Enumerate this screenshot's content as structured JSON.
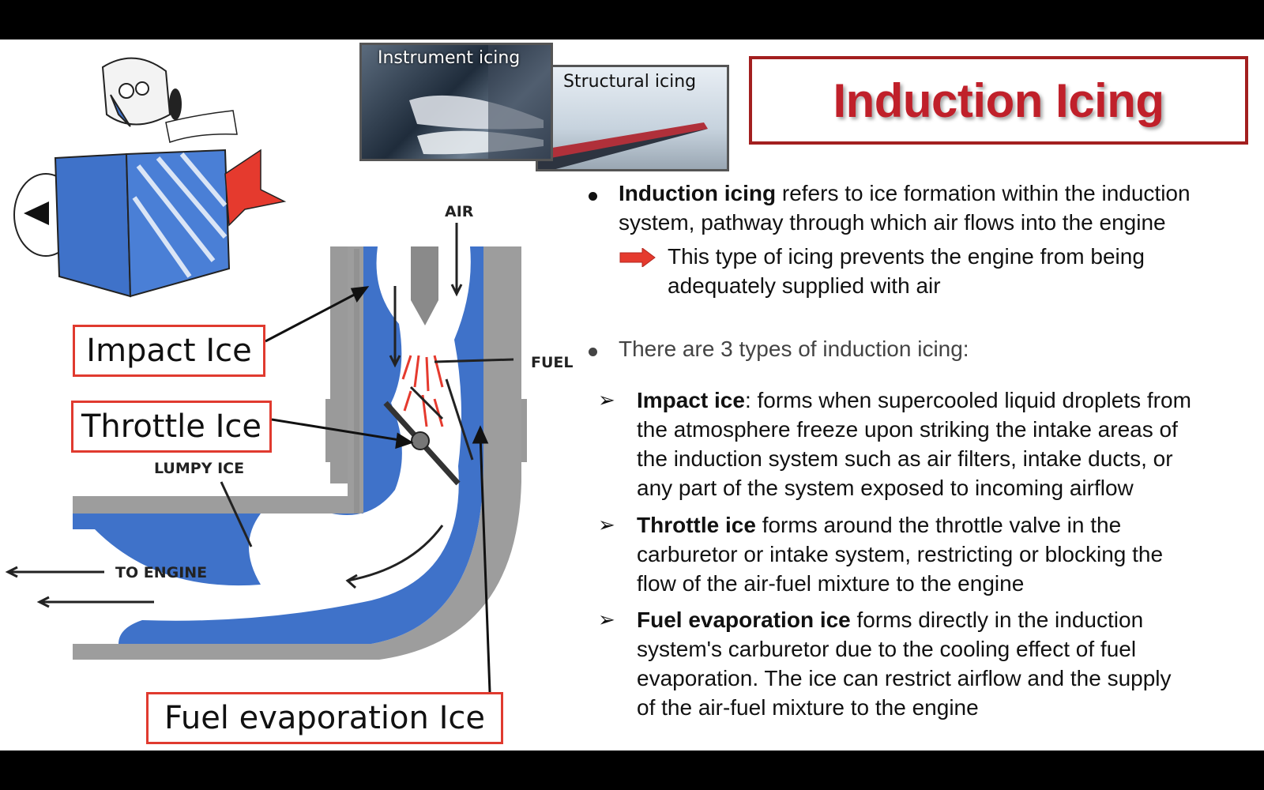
{
  "title": "Induction Icing",
  "photos": {
    "instrument_label": "Instrument icing",
    "structural_label": "Structural icing"
  },
  "diagram_labels": {
    "air": "AIR",
    "fuel": "FUEL",
    "lumpy_ice": "LUMPY ICE",
    "to_engine": "TO ENGINE"
  },
  "callouts": {
    "impact": "Impact Ice",
    "throttle": "Throttle Ice",
    "fuel_evaporation": "Fuel evaporation Ice"
  },
  "content": {
    "intro_bold": "Induction icing",
    "intro_line1": " refers to ice formation within the induction",
    "intro_line2": "system, pathway through which air flows into the engine",
    "sub_line1": "This type of icing prevents the engine from being",
    "sub_line2": "adequately supplied with air",
    "types_heading": "There are 3 types of induction icing:",
    "impact_bold": "Impact ice",
    "impact_line1": ": forms when supercooled liquid droplets from",
    "impact_line2": "the atmosphere freeze upon striking the intake areas of",
    "impact_line3": "the induction system such as air filters, intake ducts, or",
    "impact_line4": "any part of the system exposed to incoming airflow",
    "throttle_bold": "Throttle ice",
    "throttle_line1": " forms around the throttle valve in the",
    "throttle_line2": "carburetor or intake system, restricting or blocking the",
    "throttle_line3": "flow of the air-fuel mixture to the engine",
    "fuel_bold": "Fuel evaporation ice",
    "fuel_line1": " forms directly in the induction",
    "fuel_line2": "system's carburetor due to the cooling effect of fuel",
    "fuel_line3": "evaporation. The ice can restrict airflow and the supply",
    "fuel_line4": "of the air-fuel mixture to the engine"
  },
  "colors": {
    "title_red": "#c0202a",
    "callout_red": "#e03a2f",
    "ice_blue": "#3f72c9"
  }
}
